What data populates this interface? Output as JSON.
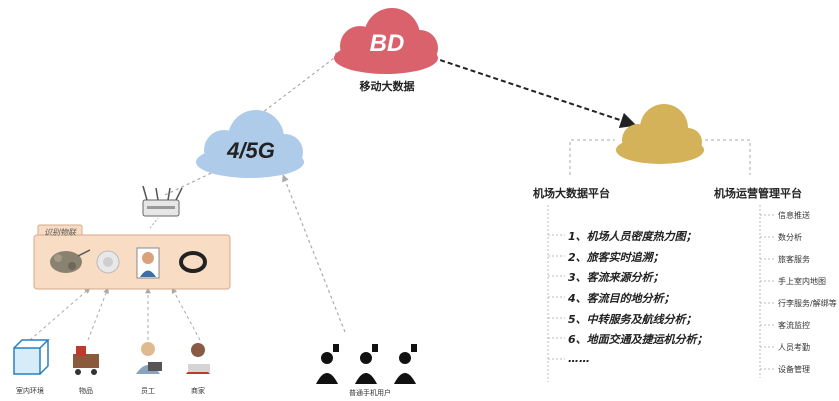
{
  "top_cloud": {
    "label": "BD",
    "caption": "移动大数据",
    "color": "#d9626d"
  },
  "network_cloud": {
    "label": "4/5G",
    "color": "#aecbe9"
  },
  "platform_cloud": {
    "color": "#d4b25a"
  },
  "sensing_panel": {
    "tab_label": "识别物联"
  },
  "left_platform": {
    "title": "机场大数据平台",
    "items": [
      "1、机场人员密度热力图；",
      "2、旅客实时追溯；",
      "3、客流来源分析；",
      "4、客流目的地分析；",
      "5、中转服务及航线分析；",
      "6、地面交通及捷运机分析；",
      "……"
    ]
  },
  "right_platform": {
    "title": "机场运营管理平台",
    "items": [
      "信息推送",
      "数分析",
      "旅客服务",
      "手上室内地图",
      "行李服务/解绑等",
      "客流监控",
      "人员考勤",
      "设备管理"
    ]
  },
  "bottom_icons": [
    {
      "label": "室内环境"
    },
    {
      "label": "物品"
    },
    {
      "label": "员工"
    },
    {
      "label": "商家"
    }
  ],
  "mobile_users": {
    "label": "普通手机用户"
  }
}
